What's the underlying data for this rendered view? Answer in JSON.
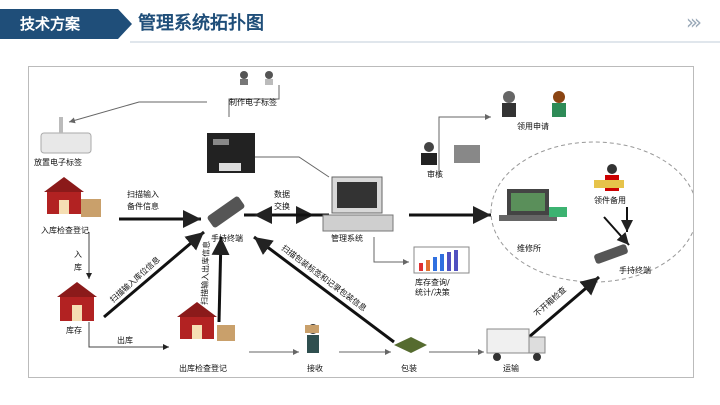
{
  "header": {
    "tag": "技术方案",
    "title": "管理系统拓扑图",
    "nav_icon": "double-chevron-right-icon"
  },
  "diagram": {
    "nodes": {
      "make_label": "制作电子标签",
      "place_label": "放置电子标签",
      "inbound_check": "入库检查登记",
      "inventory": "库存",
      "outbound_check": "出库检查登记",
      "handheld": "手持终端",
      "management": "管理系统",
      "audit": "审核",
      "apply": "领用申请",
      "query": "库存查询/\n统计/决策",
      "repair": "维修所",
      "spare": "领件备用",
      "handheld2": "手持终端",
      "receive": "接收",
      "pack": "包装",
      "transport": "运输"
    },
    "edge_labels": {
      "scan_input": "扫描输入",
      "part_info": "备件信息",
      "data": "数据",
      "exchange": "交换",
      "inbound": "入",
      "warehouse": "库",
      "outbound": "出库",
      "scan_inbound": "扫描输入库位信息",
      "scan_outbound": "扫描输入出库信息",
      "scan_pack": "扫描包装标签和记录包装信息",
      "repair_check": "不开箱检查"
    }
  }
}
